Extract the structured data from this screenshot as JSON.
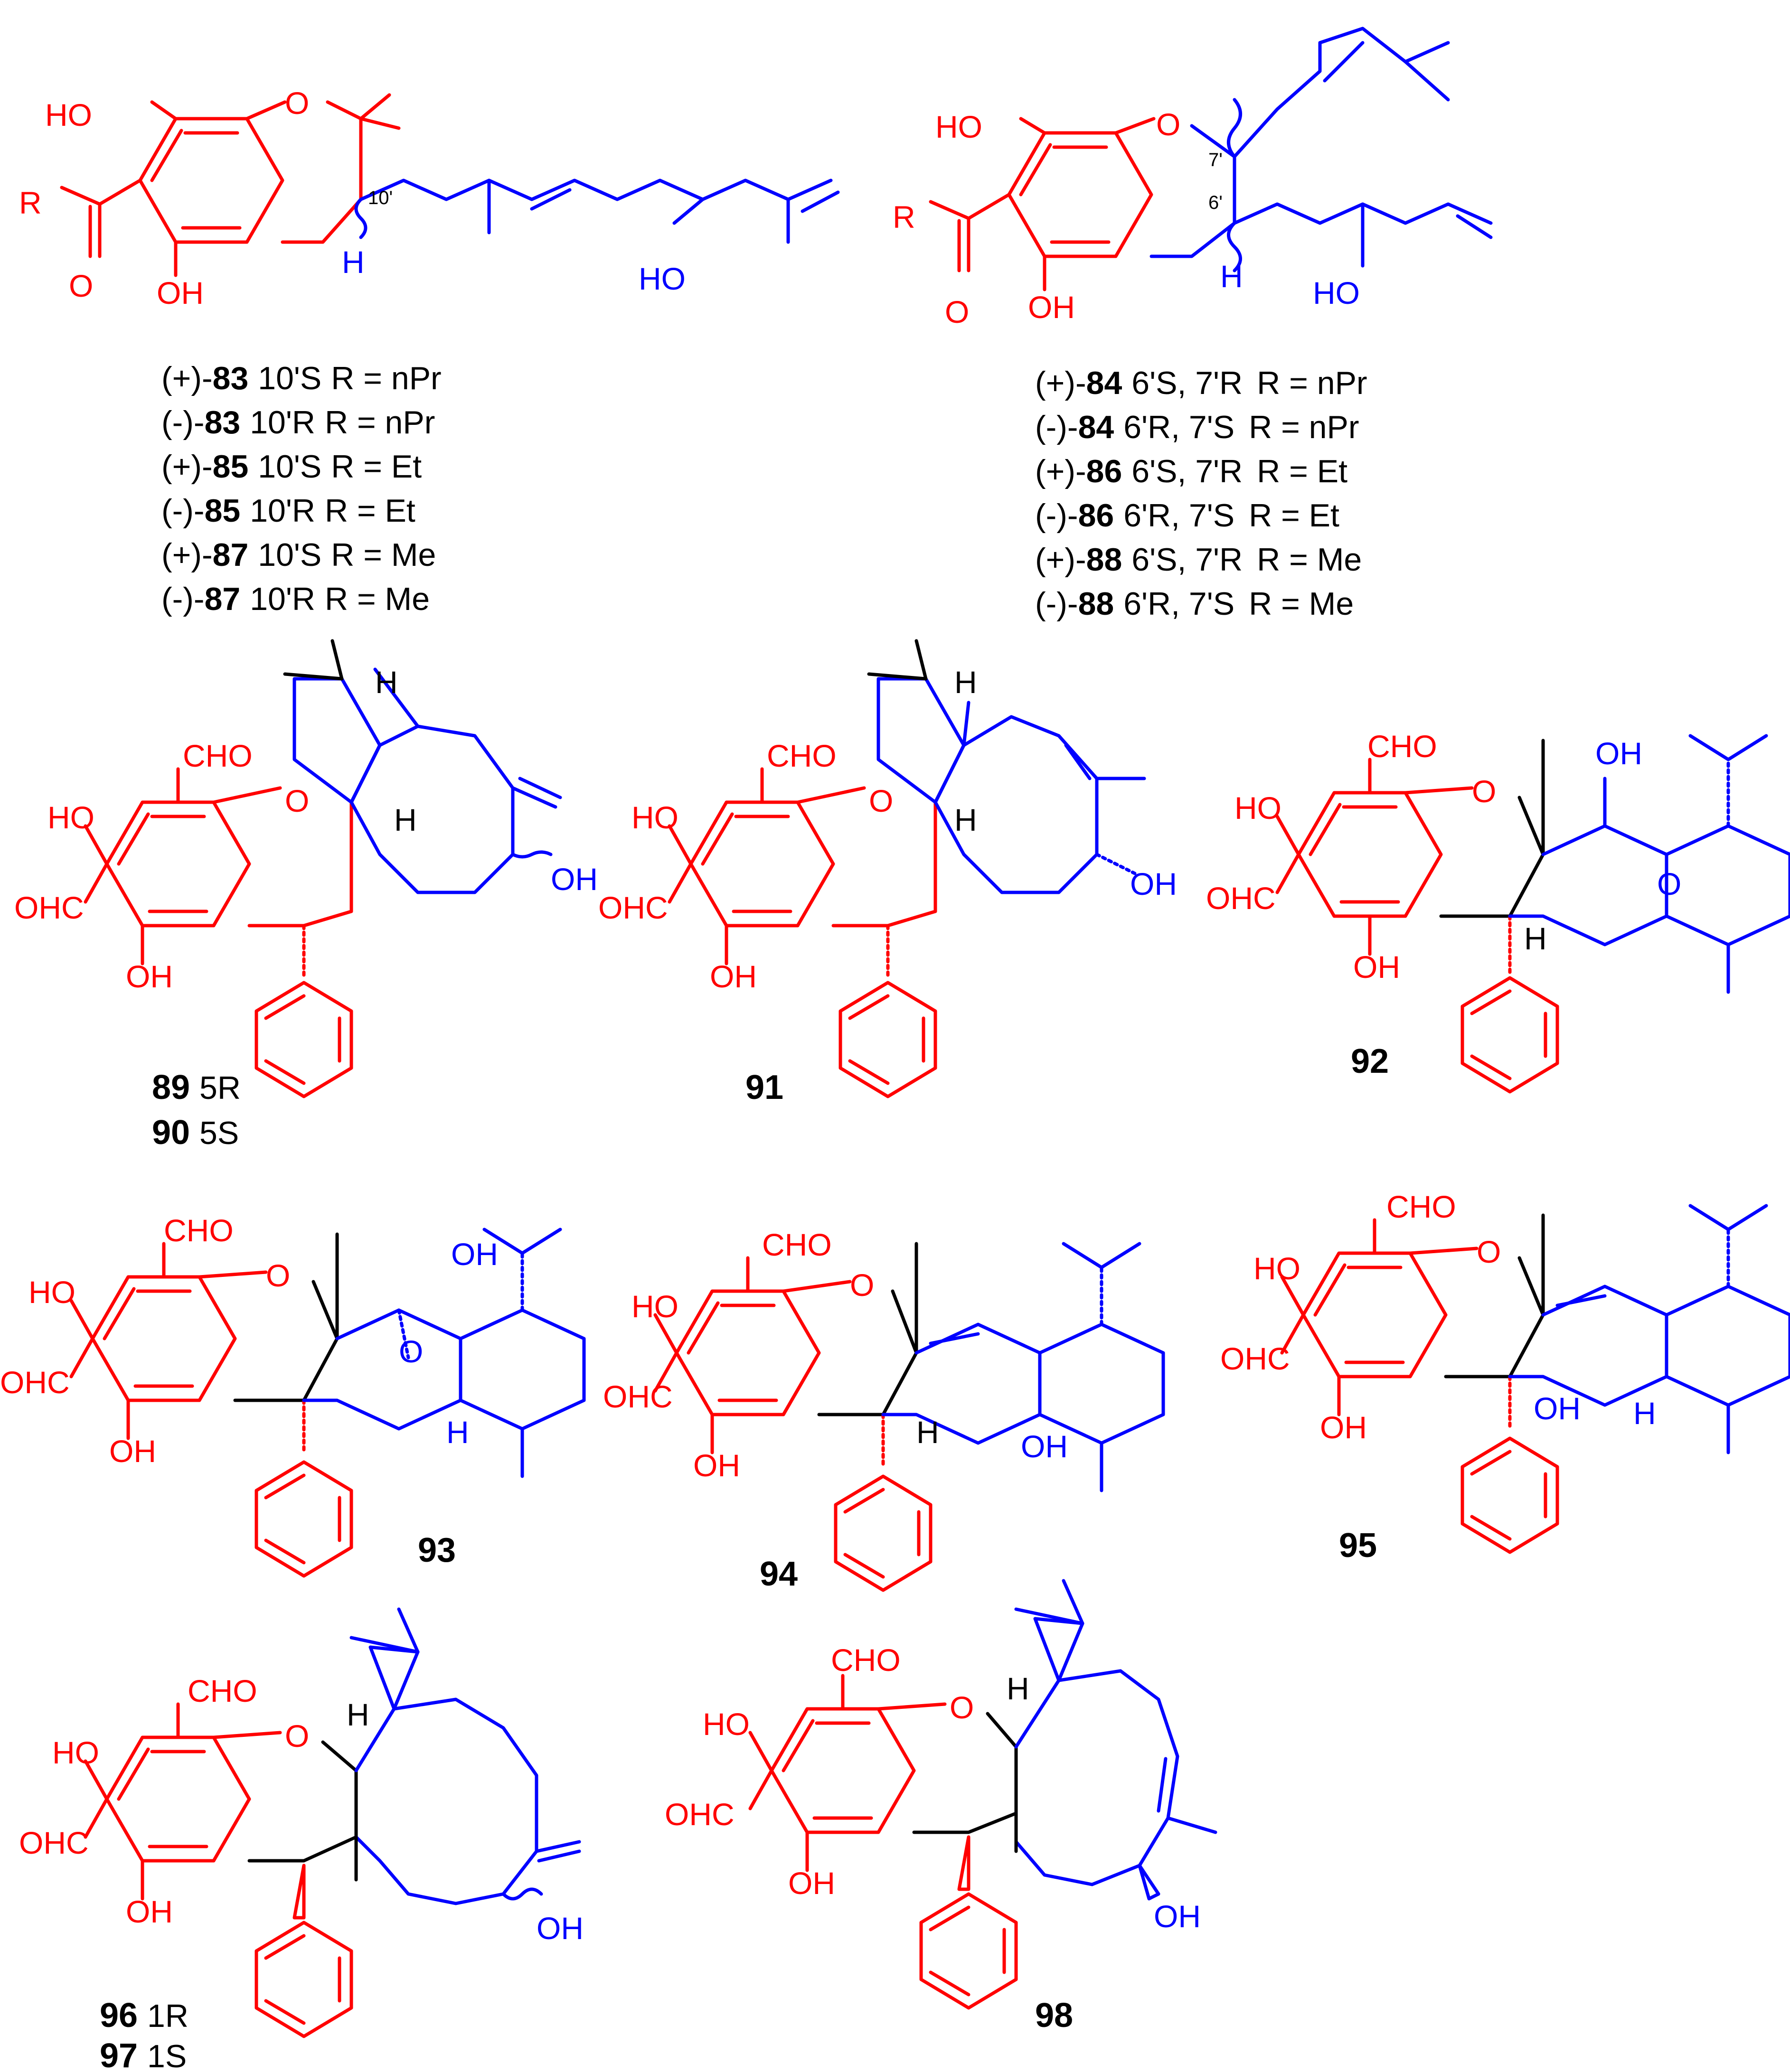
{
  "colors": {
    "aromatic": "#ff0000",
    "terpene": "#0000ff",
    "junction": "#000000"
  },
  "atoms": {
    "ho": "HO",
    "oh": "OH",
    "o": "O",
    "cho": "CHO",
    "ohc": "OHC",
    "h": "H",
    "r": "R",
    "pos_10": "10'",
    "pos_7": "7'",
    "pos_6": "6'"
  },
  "legend_a": [
    {
      "sign": "(+)-",
      "num": "83",
      "cfg": "10'S",
      "r": "R = nPr"
    },
    {
      "sign": "(-)-",
      "num": "83",
      "cfg": "10'R",
      "r": "R = nPr"
    },
    {
      "sign": "(+)-",
      "num": "85",
      "cfg": "10'S",
      "r": "R = Et"
    },
    {
      "sign": "(-)-",
      "num": "85",
      "cfg": "10'R",
      "r": "R = Et"
    },
    {
      "sign": "(+)-",
      "num": "87",
      "cfg": "10'S",
      "r": "R = Me"
    },
    {
      "sign": "(-)-",
      "num": "87",
      "cfg": "10'R",
      "r": "R = Me"
    }
  ],
  "legend_b": [
    {
      "sign": "(+)-",
      "num": "84",
      "cfg": "6'S, 7'R",
      "r": "R = nPr"
    },
    {
      "sign": "(-)-",
      "num": "84",
      "cfg": "6'R, 7'S",
      "r": "R = nPr"
    },
    {
      "sign": "(+)-",
      "num": "86",
      "cfg": "6'S, 7'R",
      "r": "R = Et"
    },
    {
      "sign": "(-)-",
      "num": "86",
      "cfg": "6'R, 7'S",
      "r": "R = Et"
    },
    {
      "sign": "(+)-",
      "num": "88",
      "cfg": "6'S, 7'R",
      "r": "R = Me"
    },
    {
      "sign": "(-)-",
      "num": "88",
      "cfg": "6'R, 7'S",
      "r": "R = Me"
    }
  ],
  "compounds": {
    "c89": "89",
    "c89_cfg": "5R",
    "c90": "90",
    "c90_cfg": "5S",
    "c91": "91",
    "c92": "92",
    "c93": "93",
    "c94": "94",
    "c95": "95",
    "c96": "96",
    "c96_cfg": "1R",
    "c97": "97",
    "c97_cfg": "1S",
    "c98": "98"
  }
}
